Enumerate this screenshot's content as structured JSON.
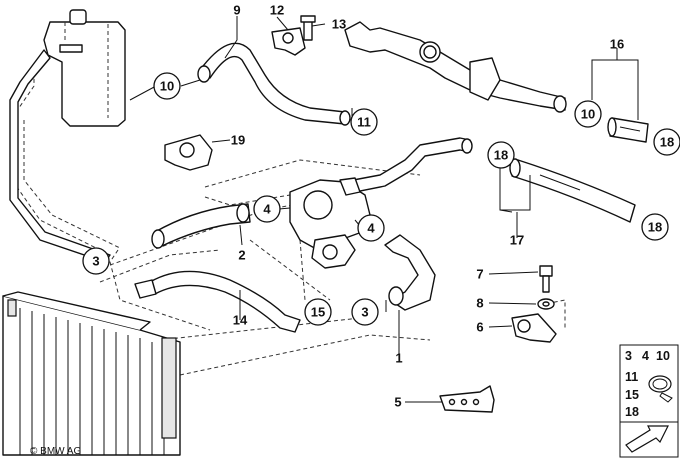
{
  "diagram": {
    "copyright": "© BMW AG",
    "callouts": [
      "10",
      "11",
      "10",
      "18",
      "18",
      "18",
      "4",
      "4",
      "3",
      "3",
      "15"
    ],
    "labels": [
      "9",
      "12",
      "13",
      "16",
      "19",
      "2",
      "14",
      "17",
      "7",
      "8",
      "6",
      "1",
      "5"
    ],
    "legend": {
      "rows": [
        [
          "3",
          "4",
          "10"
        ],
        [
          "11"
        ],
        [
          "15"
        ],
        [
          "18"
        ]
      ]
    }
  }
}
